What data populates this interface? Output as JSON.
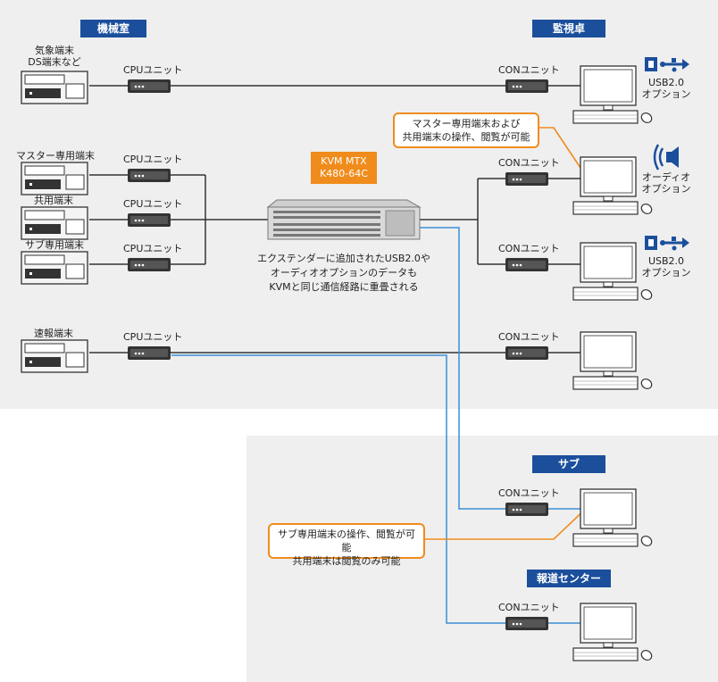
{
  "zones": {
    "machine_room": "機械室",
    "monitoring_desk": "監視卓",
    "sub": "サブ",
    "news_center": "報道センター"
  },
  "terminals": {
    "weather": [
      "気象端末",
      "DS端末など"
    ],
    "master": "マスター専用端末",
    "shared": "共用端末",
    "sub_only": "サブ専用端末",
    "bulletin": "速報端末"
  },
  "cpu_unit_label": "CPUユニット",
  "con_unit_label": "CONユニット",
  "kvm": {
    "line1": "KVM MTX",
    "line2": "K480-64C"
  },
  "caption": [
    "エクステンダーに追加されたUSB2.0や",
    "オーディオオプションのデータも",
    "KVMと同じ通信経路に重畳される"
  ],
  "notes": {
    "master": [
      "マスター専用端末および",
      "共用端末の操作、閲覧が可能"
    ],
    "sub": [
      "サブ専用端末の操作、閲覧が可能",
      "共用端末は閲覧のみ可能"
    ]
  },
  "options": {
    "usb": [
      "USB2.0",
      "オプション"
    ],
    "audio": [
      "オーディオ",
      "オプション"
    ]
  },
  "colors": {
    "header": "#1b4f9c",
    "accent": "#f08c1c",
    "link_blue": "#3a8fd6",
    "link_dark": "#333333",
    "zone_bg": "#efefef"
  }
}
